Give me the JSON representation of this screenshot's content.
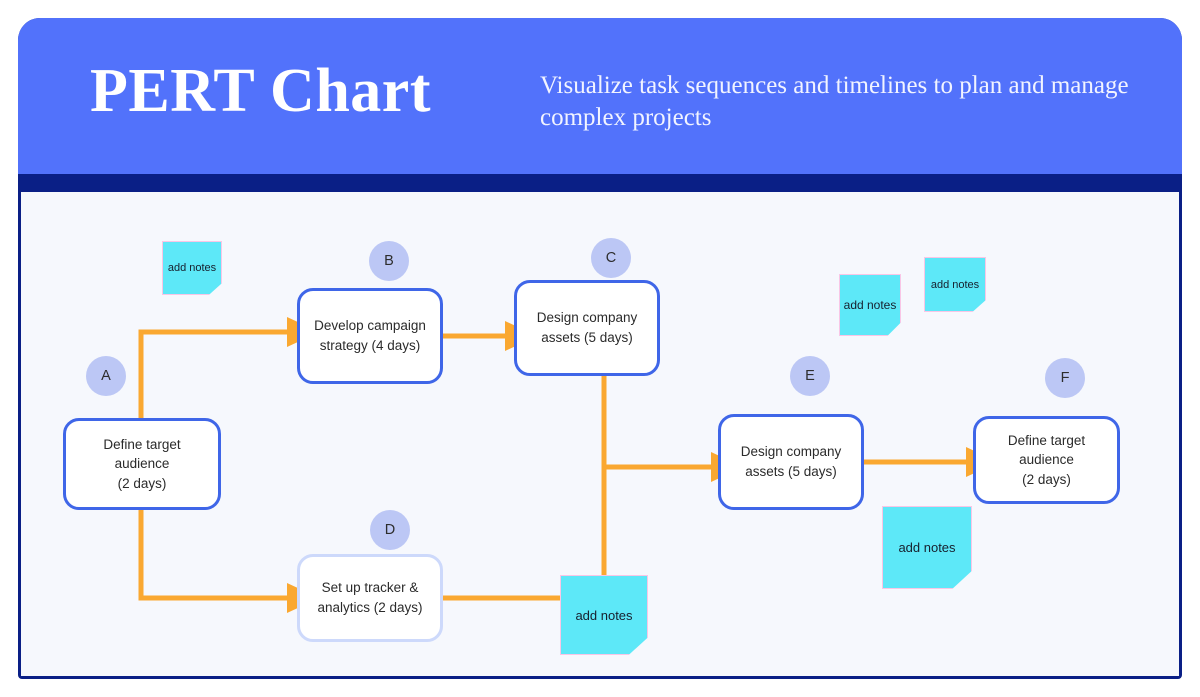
{
  "header": {
    "title": "PERT Chart",
    "subtitle": "Visualize task sequences and timelines to plan and manage complex projects",
    "bg_color": "#5272fb",
    "frame_color": "#0a1f86",
    "title_color": "#ffffff"
  },
  "canvas": {
    "bg_color": "#f6f8fd",
    "node_border_color": "#3f66e8",
    "node_muted_border_color": "#cdd9fb",
    "badge_color": "#bcc7f5",
    "connector_color": "#faa831",
    "sticky_color": "#5de8f8",
    "sticky_border_color": "#f9c6e6"
  },
  "chart_data": {
    "type": "diagram",
    "title": "PERT Chart",
    "nodes": [
      {
        "id": "A",
        "label": "Define target audience\n(2 days)",
        "task": "Define target audience",
        "duration": "2 days",
        "state": "normal"
      },
      {
        "id": "B",
        "label": "Develop campaign\nstrategy (4 days)",
        "task": "Develop campaign strategy",
        "duration": "4 days",
        "state": "normal"
      },
      {
        "id": "C",
        "label": "Design company\nassets (5 days)",
        "task": "Design company assets",
        "duration": "5 days",
        "state": "normal"
      },
      {
        "id": "D",
        "label": "Set up tracker &\nanalytics (2 days)",
        "task": "Set up tracker & analytics",
        "duration": "2 days",
        "state": "muted"
      },
      {
        "id": "E",
        "label": "Design company\nassets (5 days)",
        "task": "Design company assets",
        "duration": "5 days",
        "state": "normal"
      },
      {
        "id": "F",
        "label": "Define target audience\n(2 days)",
        "task": "Define target audience",
        "duration": "2 days",
        "state": "normal"
      }
    ],
    "edges": [
      {
        "from": "A",
        "to": "B"
      },
      {
        "from": "B",
        "to": "C"
      },
      {
        "from": "A",
        "to": "D"
      },
      {
        "from": "D",
        "to": "note-bottom"
      },
      {
        "from": "C",
        "to": "E"
      },
      {
        "from": "C",
        "to": "note-bottom"
      },
      {
        "from": "E",
        "to": "F"
      }
    ]
  },
  "nodes": {
    "A": {
      "line1": "Define target audience",
      "line2": "(2 days)",
      "badge": "A"
    },
    "B": {
      "line1": "Develop campaign",
      "line2": "strategy (4 days)",
      "badge": "B"
    },
    "C": {
      "line1": "Design company",
      "line2": "assets (5 days)",
      "badge": "C"
    },
    "D": {
      "line1": "Set up tracker &",
      "line2": "analytics (2 days)",
      "badge": "D"
    },
    "E": {
      "line1": "Design company",
      "line2": "assets (5 days)",
      "badge": "E"
    },
    "F": {
      "line1": "Define target audience",
      "line2": "(2 days)",
      "badge": "F"
    }
  },
  "sticky_notes": [
    {
      "id": "note-topleft",
      "text": "add notes"
    },
    {
      "id": "note-topright-1",
      "text": "add notes"
    },
    {
      "id": "note-topright-2",
      "text": "add notes"
    },
    {
      "id": "note-right-large",
      "text": "add notes"
    },
    {
      "id": "note-bottom",
      "text": "add notes"
    }
  ]
}
